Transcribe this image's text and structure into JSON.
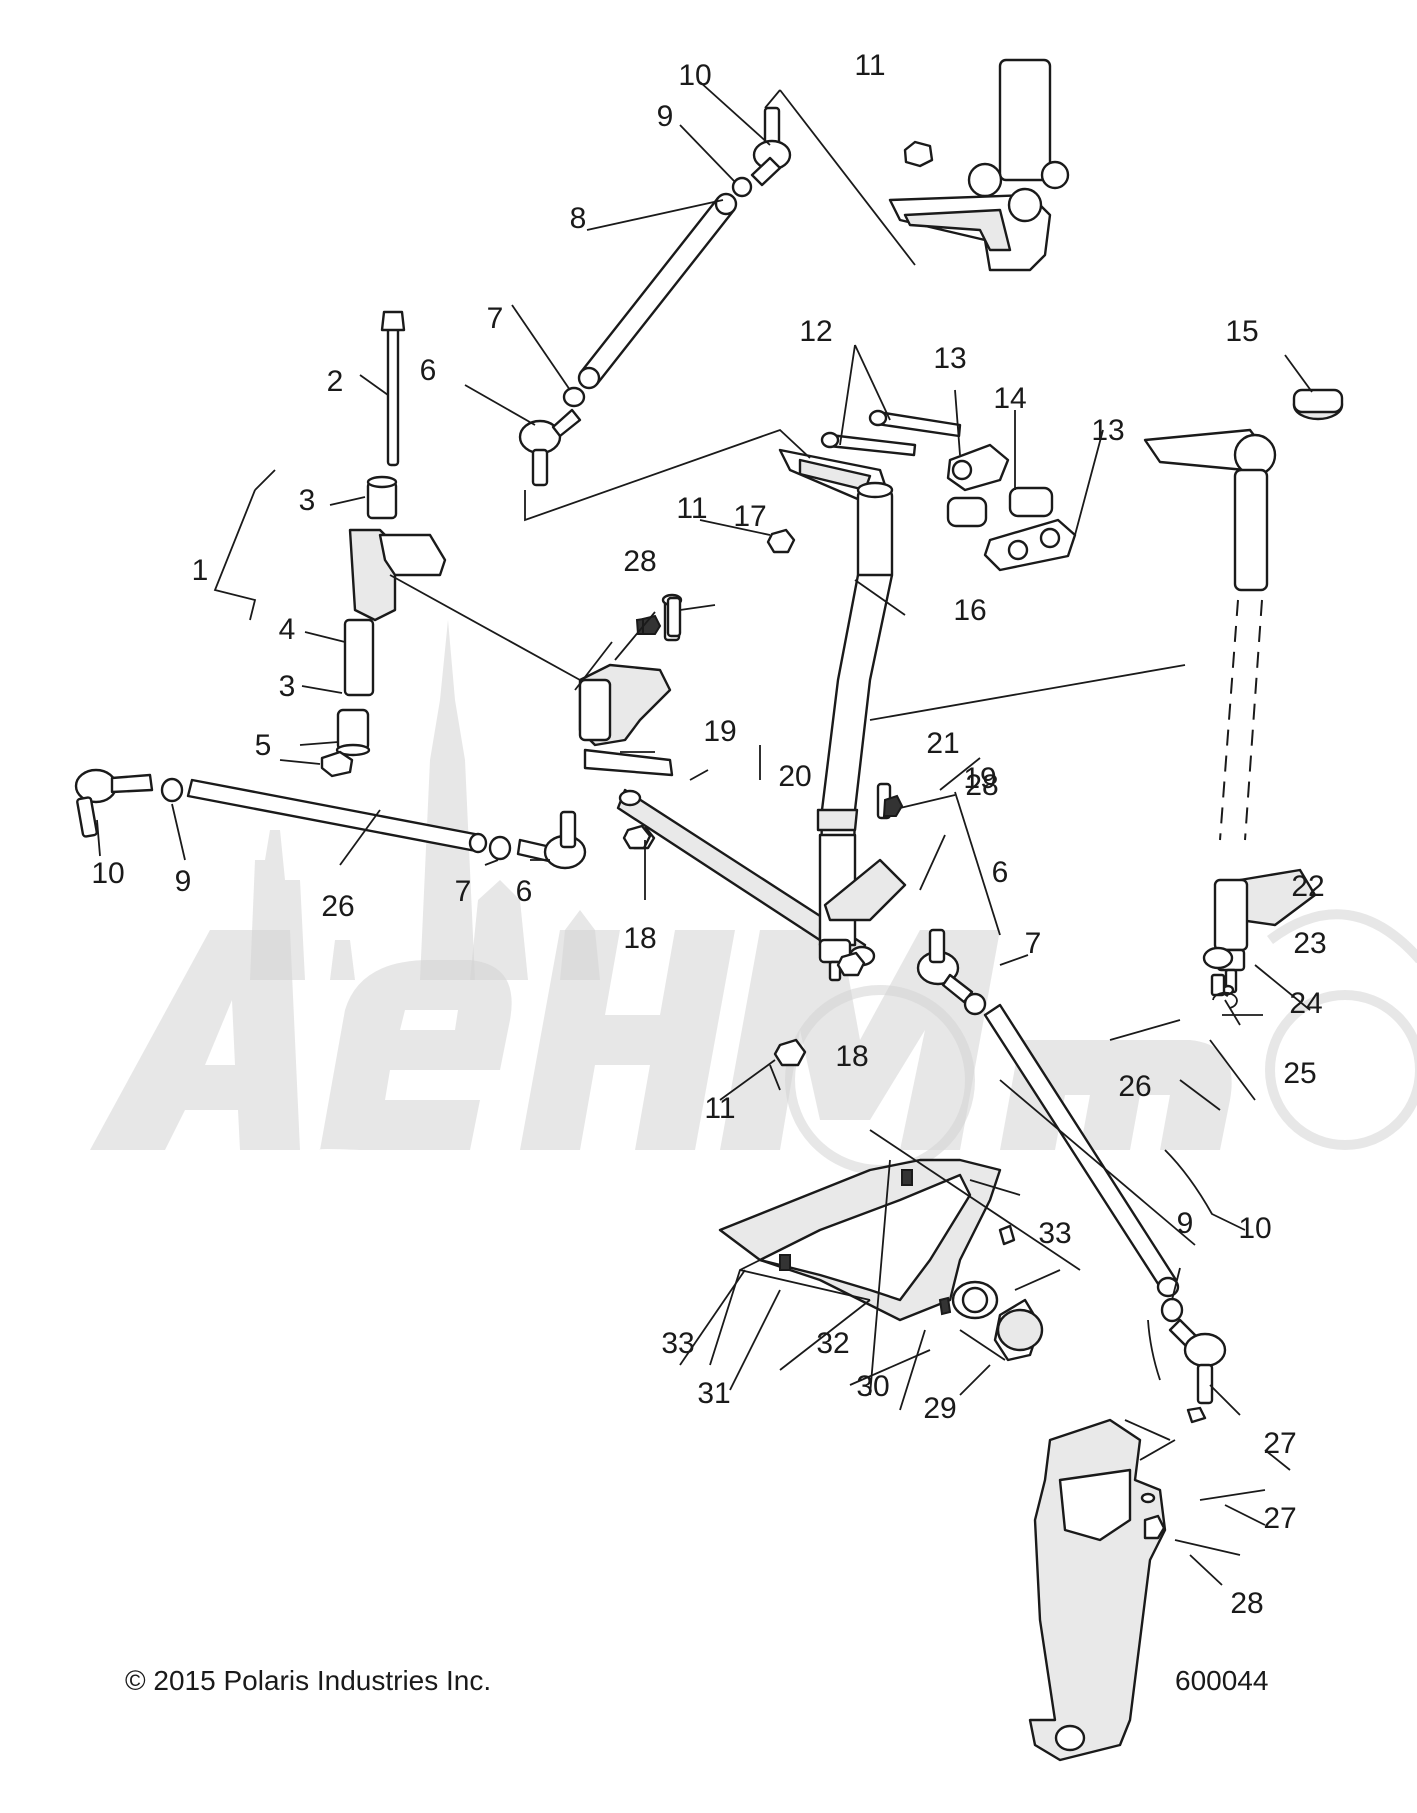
{
  "diagram": {
    "labels": [
      "1",
      "2",
      "3",
      "3",
      "4",
      "5",
      "6",
      "6",
      "6",
      "7",
      "7",
      "7",
      "8",
      "9",
      "9",
      "9",
      "10",
      "10",
      "10",
      "11",
      "11",
      "11",
      "12",
      "13",
      "13",
      "14",
      "15",
      "16",
      "17",
      "18",
      "18",
      "19",
      "19",
      "20",
      "21",
      "22",
      "23",
      "24",
      "25",
      "26",
      "26",
      "27",
      "27",
      "28",
      "28",
      "28",
      "29",
      "30",
      "31",
      "32",
      "33",
      "33"
    ],
    "watermark_text": "AeHMoTo"
  },
  "footer": {
    "copyright": "© 2015 Polaris Industries Inc.",
    "figure_number": "600044"
  }
}
